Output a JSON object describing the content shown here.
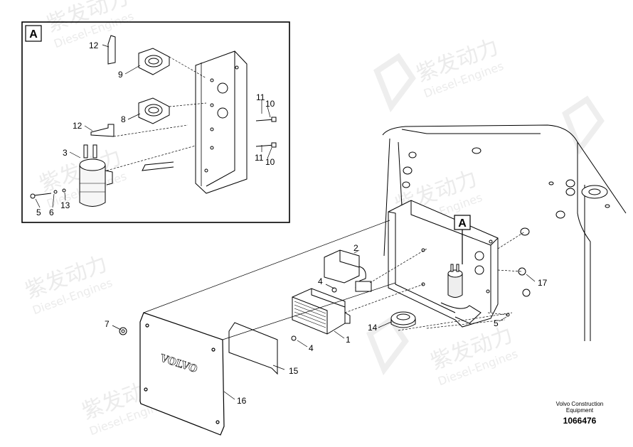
{
  "detail": {
    "label": "A",
    "callouts": [
      "12",
      "9",
      "8",
      "12",
      "3",
      "11",
      "10",
      "11",
      "10",
      "5",
      "6",
      "13"
    ]
  },
  "main": {
    "view_marker": "A",
    "brand_emboss": "VOLVO",
    "callouts": [
      "2",
      "4",
      "1",
      "4",
      "7",
      "14",
      "15",
      "16",
      "17",
      "5"
    ]
  },
  "credit": {
    "line1": "Volvo Construction",
    "line2": "Equipment",
    "number": "1066476"
  },
  "watermark": {
    "text_cn": "紫发动力",
    "text_en": "Diesel-Engines"
  }
}
